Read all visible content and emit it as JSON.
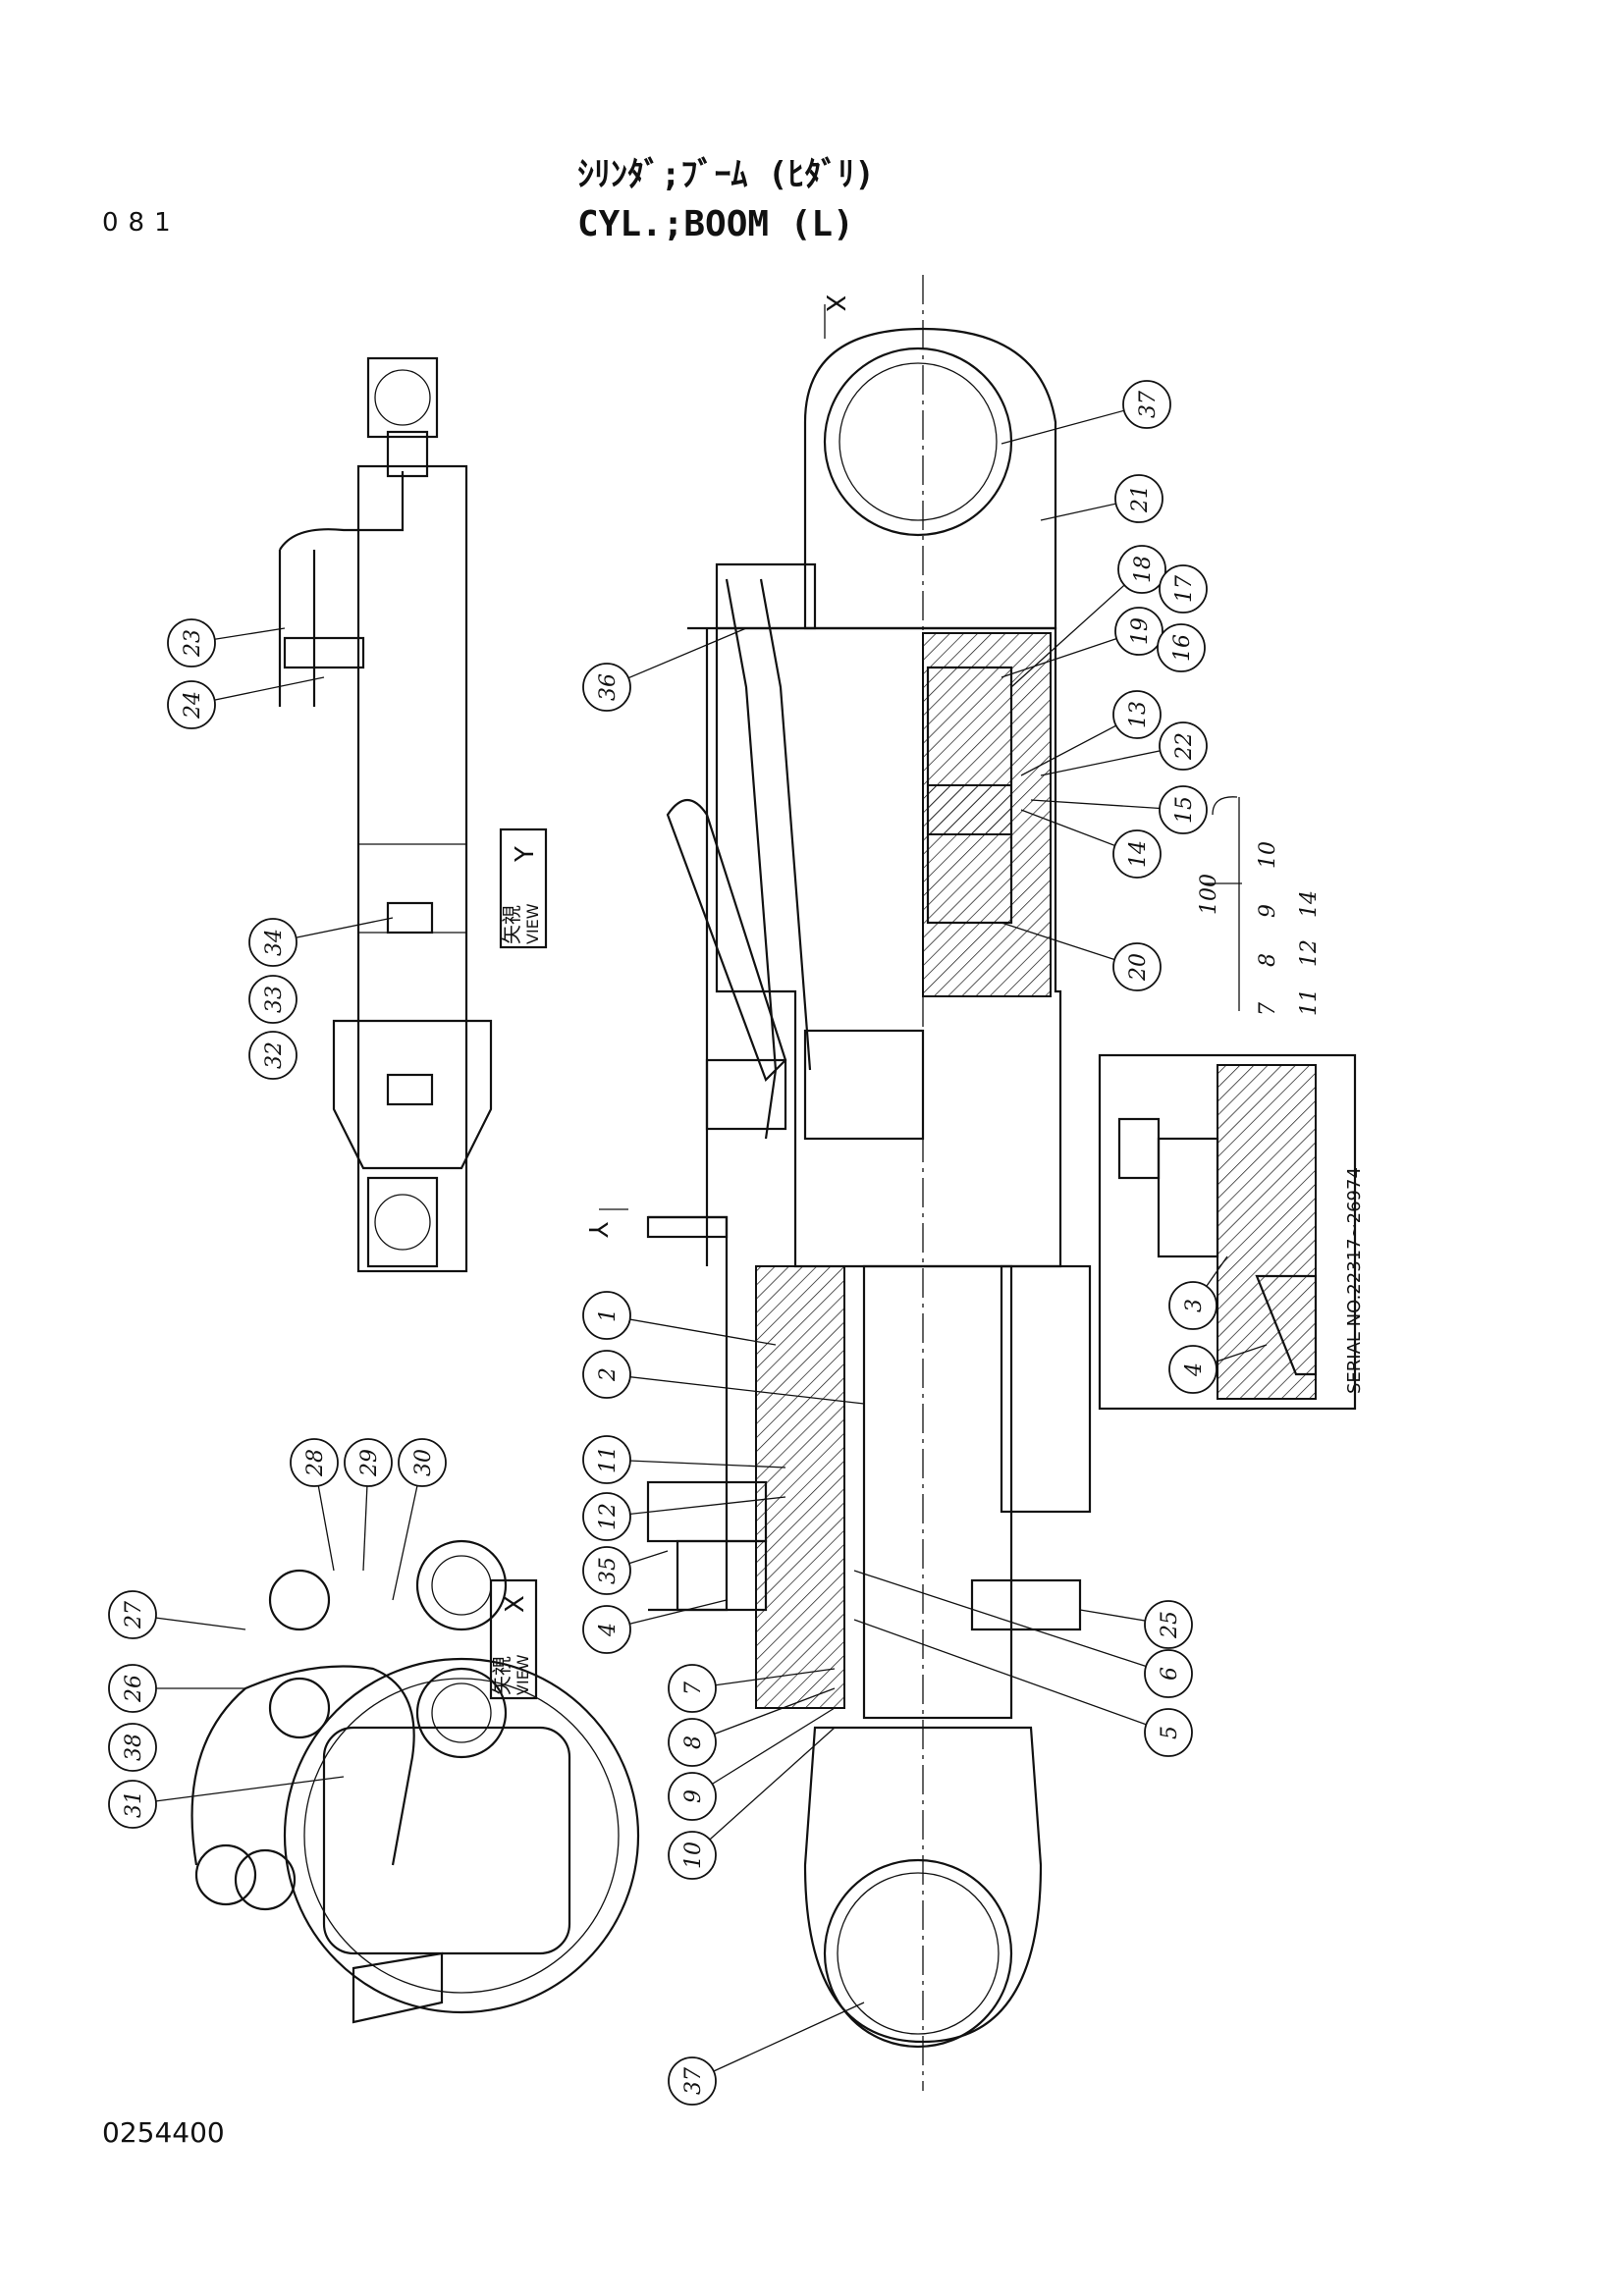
{
  "header": {
    "page_number": "081",
    "title_jp": "ｼﾘﾝﾀﾞ;ﾌﾞｰﾑ (ﾋﾀﾞﾘ)",
    "title_en": "CYL.;BOOM (L)"
  },
  "footer": {
    "drawing_number": "0254400"
  },
  "views": {
    "view_y_jp": "矢視",
    "view_y_en": "VIEW",
    "view_y_letter": "Y",
    "view_x_jp": "矢視",
    "view_x_en": "VIEW",
    "view_x_letter": "X",
    "arrow_x": "X",
    "arrow_y": "Y"
  },
  "inset": {
    "serial_text": "SERIAL NO.22317~26974"
  },
  "kit": {
    "number": "100",
    "row1": [
      "7",
      "8",
      "9",
      "10"
    ],
    "row2": [
      "11",
      "12",
      "14"
    ]
  },
  "callouts": {
    "c37a": "37",
    "c21": "21",
    "c18": "18",
    "c17": "17",
    "c19": "19",
    "c16": "16",
    "c36": "36",
    "c13": "13",
    "c22": "22",
    "c15": "15",
    "c14": "14",
    "c20": "20",
    "c23": "23",
    "c24": "24",
    "c34": "34",
    "c32": "32",
    "c33": "33",
    "c1": "1",
    "c2": "2",
    "c11": "11",
    "c12": "12",
    "c35": "35",
    "c4": "4",
    "c7": "7",
    "c8": "8",
    "c9": "9",
    "c10": "10",
    "c5": "5",
    "c6": "6",
    "c25": "25",
    "c37b": "37",
    "c3i": "3",
    "c4i": "4",
    "c27": "27",
    "c28": "28",
    "c29": "29",
    "c30": "30",
    "c26": "26",
    "c38": "38",
    "c31": "31"
  },
  "colors": {
    "ink": "#111111",
    "paper": "#ffffff"
  }
}
